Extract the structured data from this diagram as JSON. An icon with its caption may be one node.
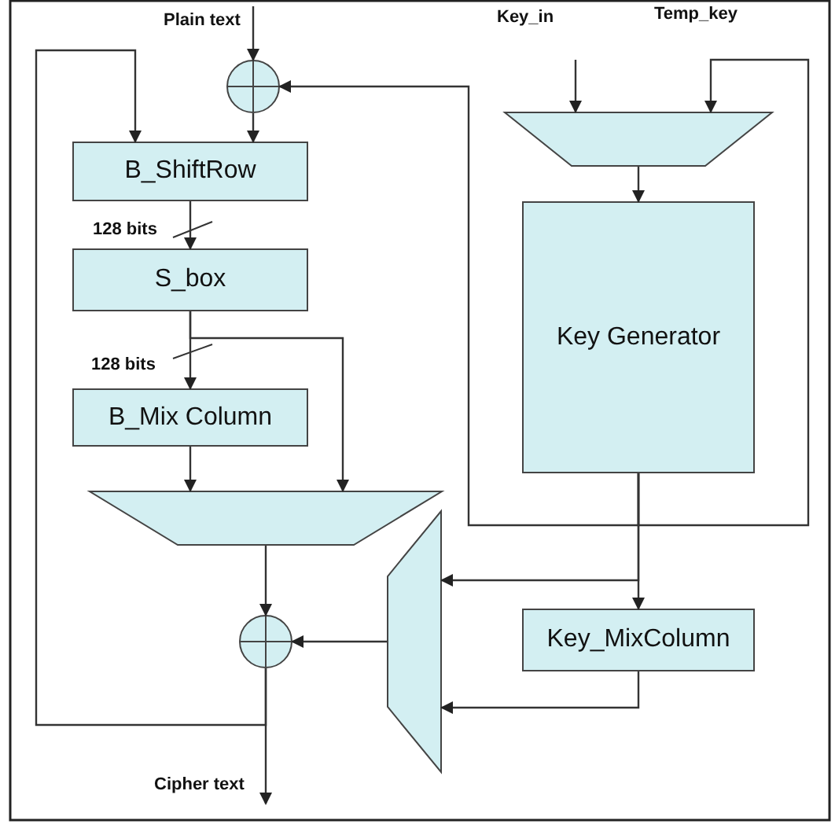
{
  "diagram": {
    "nodes": [
      {
        "text": [],
        "shape": "circle"
      },
      {
        "text": [
          "B_ShiftRow"
        ]
      },
      {
        "text": [
          "S_box"
        ]
      },
      {
        "text": [
          "B_Mix Column"
        ]
      },
      {
        "text": [],
        "shape": "trapezoid"
      },
      {
        "text": [],
        "shape": "circle"
      },
      {
        "text": [],
        "shape": "trapezoid"
      },
      {
        "text": [
          "Key Generator"
        ]
      },
      {
        "text": [
          "Key_MixColumn"
        ]
      },
      {
        "text": [],
        "shape": "trapezoid"
      },
      {
        "text": [
          "Cipher text"
        ]
      }
    ],
    "edges": [
      {
        "from": null,
        "to": 0,
        "arrow": "to"
      },
      {
        "from": 0,
        "to": 1,
        "arrow": "to"
      },
      {
        "from": 1,
        "to": 2,
        "arrow": "to"
      },
      {
        "from": 2,
        "to": 3,
        "arrow": "to"
      },
      {
        "from": 2,
        "to": 4,
        "arrow": "to"
      },
      {
        "from": 3,
        "to": 4,
        "arrow": "to"
      },
      {
        "from": 4,
        "to": 5,
        "arrow": "to"
      },
      {
        "from": 5,
        "to": 10,
        "arrow": "to"
      },
      {
        "from": 5,
        "to": 1,
        "arrow": "to"
      },
      {
        "from": null,
        "to": 6,
        "arrow": "to"
      },
      {
        "from": 7,
        "to": 6,
        "arrow": "to"
      },
      {
        "from": 6,
        "to": 7,
        "arrow": "to"
      },
      {
        "from": 7,
        "to": 0,
        "arrow": "to"
      },
      {
        "from": 7,
        "to": 9,
        "arrow": "to"
      },
      {
        "from": 7,
        "to": 8,
        "arrow": "to"
      },
      {
        "from": 8,
        "to": 9,
        "arrow": "to"
      },
      {
        "from": 9,
        "to": 5,
        "arrow": "to"
      }
    ],
    "labels": [
      "Plain text",
      "Key_in",
      "Temp_key",
      "128 bits",
      "128 bits"
    ]
  }
}
